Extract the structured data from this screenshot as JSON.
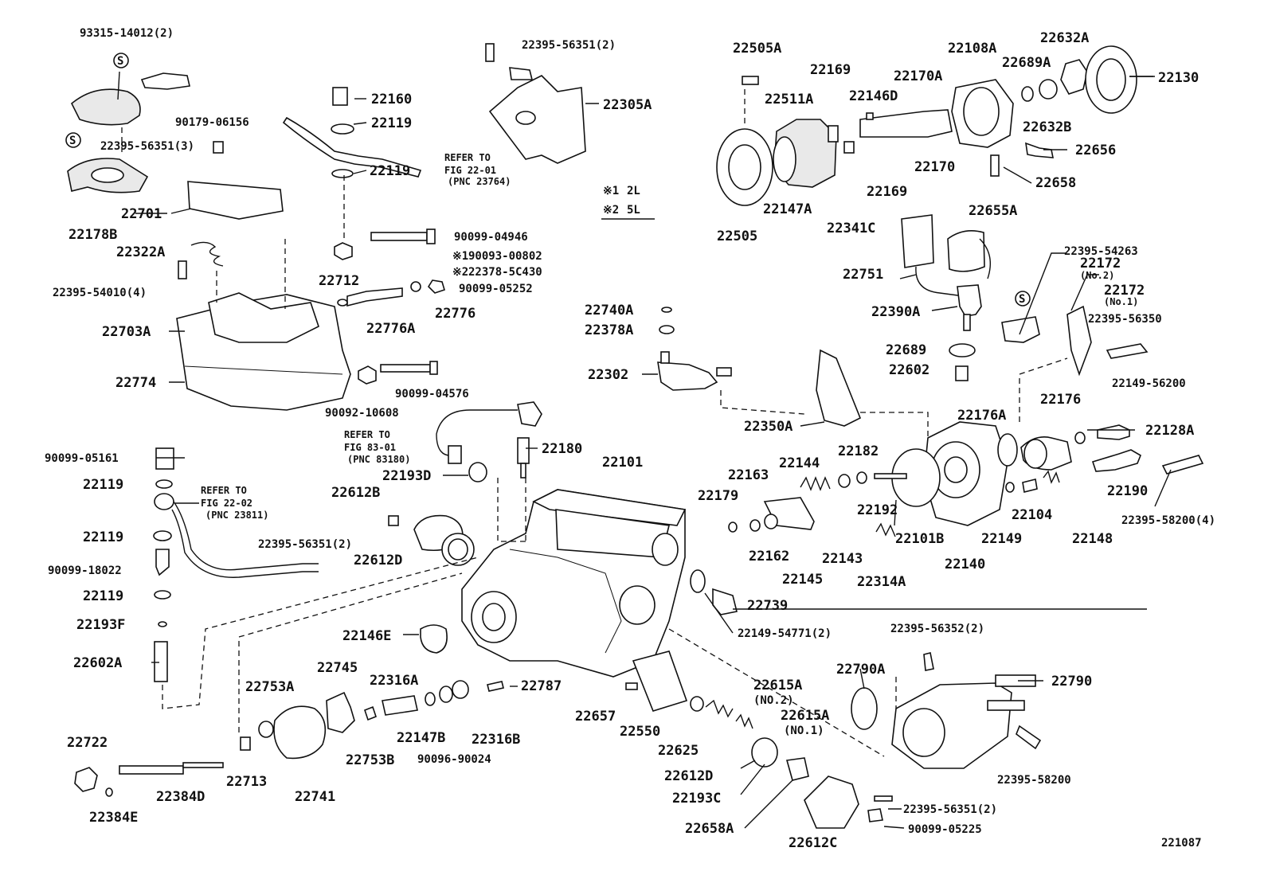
{
  "figure_id": "221087",
  "legend": [
    {
      "mark": "※1",
      "text": "2L"
    },
    {
      "mark": "※2",
      "text": "5L"
    }
  ],
  "notes": {
    "ref_22_01": {
      "line1": "REFER TO",
      "line2": "FIG 22-01",
      "line3": "(PNC 23764)"
    },
    "ref_83_01": {
      "line1": "REFER TO",
      "line2": "FIG 83-01",
      "line3": "(PNC 83180)"
    },
    "ref_22_02": {
      "line1": "REFER TO",
      "line2": "FIG 22-02",
      "line3": "(PNC 23811)"
    }
  },
  "labels": {
    "p93315_14012": "93315-14012(2)",
    "p22395_56351_3": "22395-56351(3)",
    "p22178B": "22178B",
    "p90179_06156": "90179-06156",
    "p22160": "22160",
    "p22119_a": "22119",
    "p22119_b": "22119",
    "p22701": "22701",
    "p22322A": "22322A",
    "p22395_54010": "22395-54010(4)",
    "p22703A": "22703A",
    "p22774": "22774",
    "p22712": "22712",
    "p90099_04946": "90099-04946",
    "p90093_00802": "90093-00802",
    "p22378_5C430": "22378-5C430",
    "p90099_05252": "90099-05252",
    "p22776": "22776",
    "p22776A": "22776A",
    "p90099_04576": "90099-04576",
    "p90092_10608": "90092-10608",
    "p22395_56351_2a": "22395-56351(2)",
    "p22305A": "22305A",
    "p90099_05161": "90099-05161",
    "p22119_c": "22119",
    "p22119_d": "22119",
    "p90099_18022": "90099-18022",
    "p22119_e": "22119",
    "p22193F": "22193F",
    "p22602A": "22602A",
    "p22193D": "22193D",
    "p22180": "22180",
    "p22612B": "22612B",
    "p22395_56351_2b": "22395-56351(2)",
    "p22612D_a": "22612D",
    "p22101": "22101",
    "p22505A": "22505A",
    "p22511A": "22511A",
    "p22169_a": "22169",
    "p22146D": "22146D",
    "p22170A": "22170A",
    "p22108A": "22108A",
    "p22632A": "22632A",
    "p22689A": "22689A",
    "p22130": "22130",
    "p22632B": "22632B",
    "p22170": "22170",
    "p22656": "22656",
    "p22658": "22658",
    "p22169_b": "22169",
    "p22655A": "22655A",
    "p22505": "22505",
    "p22147A": "22147A",
    "p22341C": "22341C",
    "p22751": "22751",
    "p22390A": "22390A",
    "p22395_54263": "22395-54263",
    "p22172_no2": "22172",
    "p22172_no2_note": "(No.2)",
    "p22172_no1": "22172",
    "p22172_no1_note": "(No.1)",
    "p22395_56350": "22395-56350",
    "p22740A": "22740A",
    "p22378A": "22378A",
    "p22302": "22302",
    "p22689": "22689",
    "p22602": "22602",
    "p22149_56200": "22149-56200",
    "p22350A": "22350A",
    "p22176A": "22176A",
    "p22176": "22176",
    "p22128A": "22128A",
    "p22163": "22163",
    "p22144": "22144",
    "p22182": "22182",
    "p22179": "22179",
    "p22192": "22192",
    "p22104": "22104",
    "p22190": "22190",
    "p22395_58200_4": "22395-58200(4)",
    "p22162": "22162",
    "p22145": "22145",
    "p22143": "22143",
    "p22101B": "22101B",
    "p22140": "22140",
    "p22149": "22149",
    "p22148": "22148",
    "p22314A": "22314A",
    "p22739": "22739",
    "p22149_54771": "22149-54771(2)",
    "p22395_56352": "22395-56352(2)",
    "p22146E": "22146E",
    "p22745": "22745",
    "p22316A": "22316A",
    "p22753A": "22753A",
    "p22787": "22787",
    "p22790A": "22790A",
    "p22790": "22790",
    "p22147B": "22147B",
    "p22316B": "22316B",
    "p22657": "22657",
    "p22615A_no2": "22615A",
    "p22615A_no2_note": "(NO.2)",
    "p22615A_no1": "22615A",
    "p22615A_no1_note": "(NO.1)",
    "p22550": "22550",
    "p22625": "22625",
    "p22753B": "22753B",
    "p90096_90024": "90096-90024",
    "p22722": "22722",
    "p22713": "22713",
    "p22741": "22741",
    "p22384D": "22384D",
    "p22384E": "22384E",
    "p22612D_b": "22612D",
    "p22193C": "22193C",
    "p22658A": "22658A",
    "p22612C": "22612C",
    "p22395_56351_2c": "22395-56351(2)",
    "p90099_05225": "90099-05225",
    "p22395_58200": "22395-58200",
    "s_mark": "S"
  }
}
